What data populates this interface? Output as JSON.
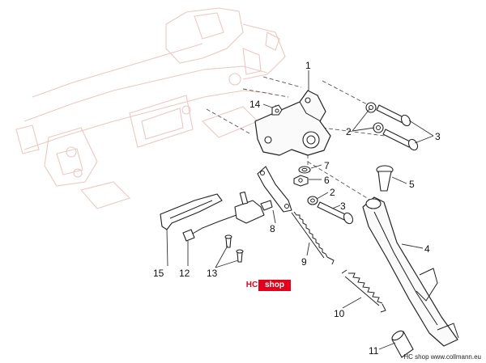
{
  "watermark": {
    "logo_hc": "HC",
    "logo_shop": "shop",
    "footer": "HC shop www.collmann.eu"
  },
  "callouts": [
    "1",
    "2",
    "3",
    "14",
    "7",
    "6",
    "2",
    "3",
    "5",
    "4",
    "15",
    "12",
    "13",
    "8",
    "9",
    "10",
    "11"
  ],
  "colors": {
    "frame_outline": "#e9c9c4",
    "part_outline": "#222222",
    "brand_red": "#e3001b"
  }
}
